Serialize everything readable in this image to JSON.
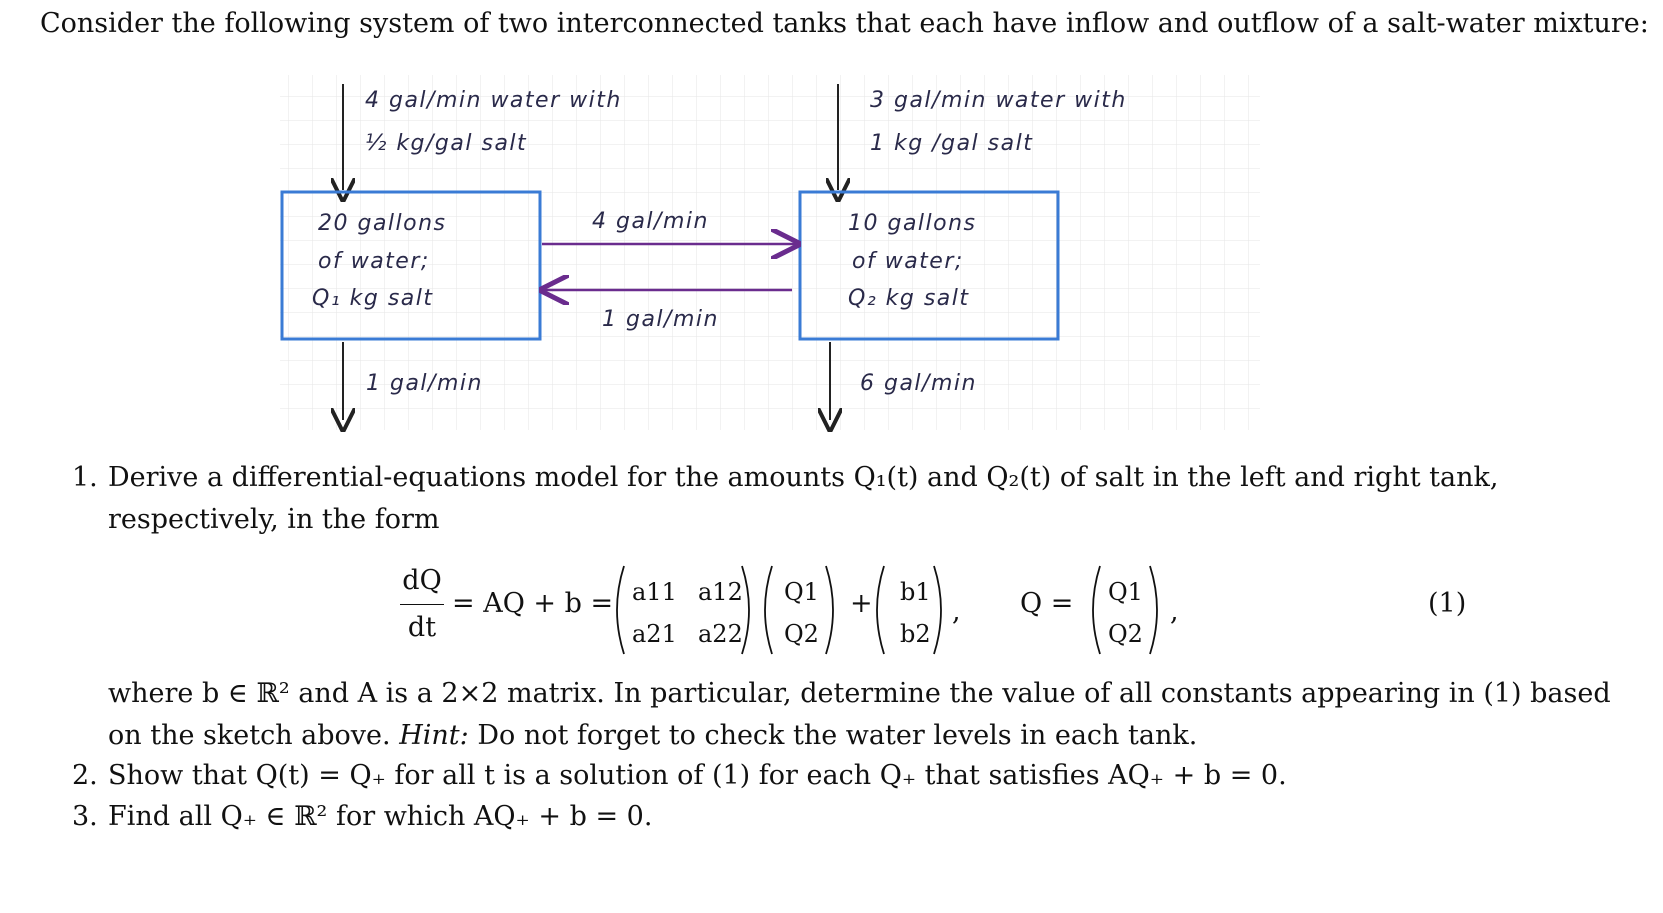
{
  "intro": "Consider the following system of two interconnected tanks that each have inflow and outflow of a salt-water mixture:",
  "sketch": {
    "left_inflow_line1": "4 gal/min water with",
    "left_inflow_line2": "½ kg/gal salt",
    "right_inflow_line1": "3 gal/min water with",
    "right_inflow_line2": "1 kg /gal salt",
    "left_tank_line1": "20 gallons",
    "left_tank_line2": "of water;",
    "left_tank_line3": "Q₁ kg salt",
    "right_tank_line1": "10 gallons",
    "right_tank_line2": "of water;",
    "right_tank_line3": "Q₂ kg salt",
    "flow_right": "4 gal/min",
    "flow_left": "1 gal/min",
    "left_outflow": "1 gal/min",
    "right_outflow": "6 gal/min",
    "colors": {
      "tank_border": "#3a7bd5",
      "arrow": "#6a2c8e",
      "grid": "#e4e4e4",
      "ink": "#2a2a4a"
    }
  },
  "items": {
    "n1": "1.",
    "item1_line1": "Derive a differential-equations model for the amounts Q₁(t) and Q₂(t) of salt in the left and right tank,",
    "item1_line2": "respectively, in the form",
    "eq_label": "(1)",
    "item1_line3": "where b ∈ ℝ² and A is a 2×2 matrix. In particular, determine the value of all constants appearing in (1) based",
    "item1_line4_a": "on the sketch above.",
    "item1_line4_hint": "Hint:",
    "item1_line4_b": "Do not forget to check the water levels in each tank.",
    "n2": "2.",
    "item2": "Show that Q(t) = Q₊ for all t is a solution of (1) for each Q₊ that satisfies AQ₊ + b = 0.",
    "n3": "3.",
    "item3": "Find all Q₊ ∈ ℝ² for which AQ₊ + b = 0."
  },
  "equation": {
    "lhs_num": "dQ",
    "lhs_den": "dt",
    "eq1": "= AQ + b =",
    "a11": "a11",
    "a12": "a12",
    "a21": "a21",
    "a22": "a22",
    "q1": "Q1",
    "q2": "Q2",
    "plus": "+",
    "b1": "b1",
    "b2": "b2",
    "comma1": ",",
    "qdef": "Q =",
    "comma2": ","
  }
}
